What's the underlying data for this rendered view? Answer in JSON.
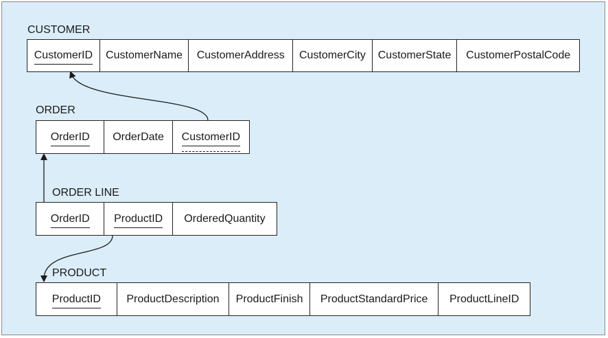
{
  "entities": {
    "customer": {
      "title": "CUSTOMER",
      "attributes": [
        "CustomerID",
        "CustomerName",
        "CustomerAddress",
        "CustomerCity",
        "CustomerState",
        "CustomerPostalCode"
      ]
    },
    "order": {
      "title": "ORDER",
      "attributes": [
        "OrderID",
        "OrderDate",
        "CustomerID"
      ]
    },
    "order_line": {
      "title": "ORDER LINE",
      "attributes": [
        "OrderID",
        "ProductID",
        "OrderedQuantity"
      ]
    },
    "product": {
      "title": "PRODUCT",
      "attributes": [
        "ProductID",
        "ProductDescription",
        "ProductFinish",
        "ProductStandardPrice",
        "ProductLineID"
      ]
    }
  },
  "colors": {
    "background": "#dbedf8",
    "cell": "#ffffff",
    "line": "#222222"
  }
}
